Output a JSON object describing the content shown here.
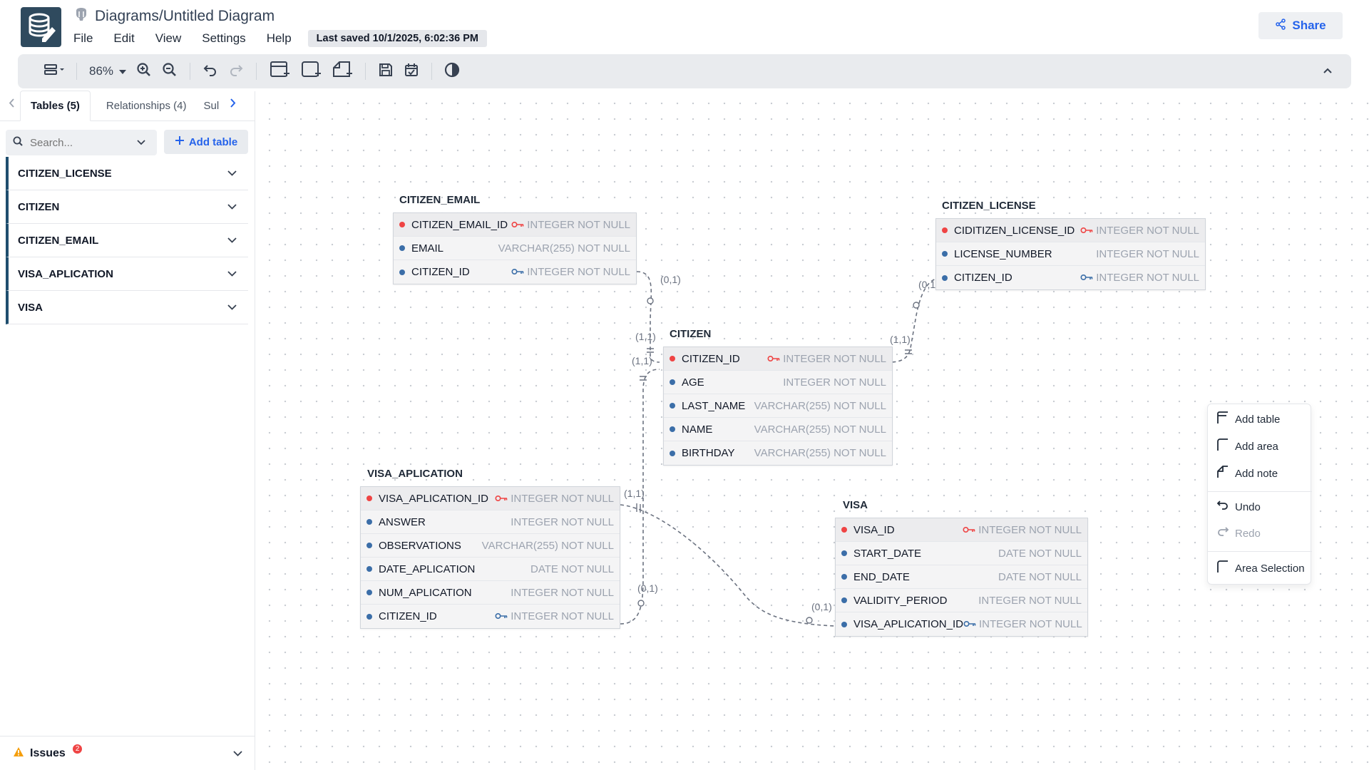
{
  "header": {
    "title": "Diagrams/Untitled Diagram",
    "menu": [
      "File",
      "Edit",
      "View",
      "Settings",
      "Help"
    ],
    "last_saved": "Last saved 10/1/2025, 6:02:36 PM",
    "share_label": "Share"
  },
  "toolbar": {
    "zoom": "86%"
  },
  "sidebar": {
    "tabs": [
      "Tables (5)",
      "Relationships (4)",
      "Sul"
    ],
    "search_placeholder": "Search...",
    "add_table_label": "Add table",
    "tables": [
      "CITIZEN_LICENSE",
      "CITIZEN",
      "CITIZEN_EMAIL",
      "VISA_APLICATION",
      "VISA"
    ],
    "issues_label": "Issues",
    "issues_count": "2"
  },
  "canvas": {
    "tables": [
      {
        "name": "CITIZEN_EMAIL",
        "columns": [
          {
            "name": "CITIZEN_EMAIL_ID",
            "type": "INTEGER NOT NULL",
            "pk": true,
            "key": true
          },
          {
            "name": "EMAIL",
            "type": "VARCHAR(255) NOT NULL",
            "pk": false,
            "key": false
          },
          {
            "name": "CITIZEN_ID",
            "type": "INTEGER NOT NULL",
            "pk": false,
            "key": true
          }
        ]
      },
      {
        "name": "CITIZEN_LICENSE",
        "columns": [
          {
            "name": "CIDITIZEN_LICENSE_ID",
            "type": "INTEGER NOT NULL",
            "pk": true,
            "key": true
          },
          {
            "name": "LICENSE_NUMBER",
            "type": "INTEGER NOT NULL",
            "pk": false,
            "key": false
          },
          {
            "name": "CITIZEN_ID",
            "type": "INTEGER NOT NULL",
            "pk": false,
            "key": true
          }
        ]
      },
      {
        "name": "CITIZEN",
        "columns": [
          {
            "name": "CITIZEN_ID",
            "type": "INTEGER NOT NULL",
            "pk": true,
            "key": true
          },
          {
            "name": "AGE",
            "type": "INTEGER NOT NULL",
            "pk": false,
            "key": false
          },
          {
            "name": "LAST_NAME",
            "type": "VARCHAR(255) NOT NULL",
            "pk": false,
            "key": false
          },
          {
            "name": "NAME",
            "type": "VARCHAR(255) NOT NULL",
            "pk": false,
            "key": false
          },
          {
            "name": "BIRTHDAY",
            "type": "VARCHAR(255) NOT NULL",
            "pk": false,
            "key": false
          }
        ]
      },
      {
        "name": "VISA_APLICATION",
        "columns": [
          {
            "name": "VISA_APLICATION_ID",
            "type": "INTEGER NOT NULL",
            "pk": true,
            "key": true
          },
          {
            "name": "ANSWER",
            "type": "INTEGER NOT NULL",
            "pk": false,
            "key": false
          },
          {
            "name": "OBSERVATIONS",
            "type": "VARCHAR(255) NOT NULL",
            "pk": false,
            "key": false
          },
          {
            "name": "DATE_APLICATION",
            "type": "DATE NOT NULL",
            "pk": false,
            "key": false
          },
          {
            "name": "NUM_APLICATION",
            "type": "INTEGER NOT NULL",
            "pk": false,
            "key": false
          },
          {
            "name": "CITIZEN_ID",
            "type": "INTEGER NOT NULL",
            "pk": false,
            "key": true
          }
        ]
      },
      {
        "name": "VISA",
        "columns": [
          {
            "name": "VISA_ID",
            "type": "INTEGER NOT NULL",
            "pk": true,
            "key": true
          },
          {
            "name": "START_DATE",
            "type": "DATE NOT NULL",
            "pk": false,
            "key": false
          },
          {
            "name": "END_DATE",
            "type": "DATE NOT NULL",
            "pk": false,
            "key": false
          },
          {
            "name": "VALIDITY_PERIOD",
            "type": "INTEGER NOT NULL",
            "pk": false,
            "key": false
          },
          {
            "name": "VISA_APLICATION_ID",
            "type": "INTEGER NOT NULL",
            "pk": false,
            "key": true
          }
        ]
      }
    ],
    "cardinality": {
      "email_fk": "(0,1)",
      "email_pk": "(1,1)",
      "visaapp_pk": "(1,1)",
      "license_fk": "(0,1)",
      "license_pk": "(1,1)",
      "visaapp_pk2": "(1,1)",
      "visaapp_fk": "(0,1)",
      "visa_fk": "(0,1)"
    }
  },
  "context_menu": {
    "items": [
      "Add table",
      "Add area",
      "Add note",
      "Undo",
      "Redo",
      "Area Selection"
    ]
  },
  "colors": {
    "primary_key_dot": "#ef4444",
    "column_dot": "#3b6ea8",
    "accent": "#2563eb",
    "sidebar_marker": "#1f4e6e"
  }
}
